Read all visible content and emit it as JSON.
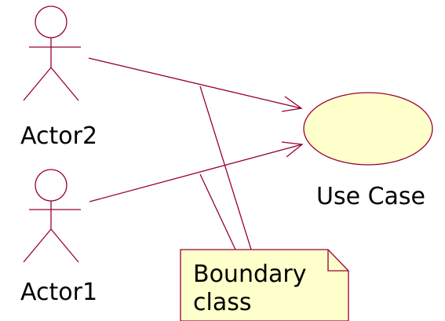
{
  "actors": [
    {
      "id": "actor2",
      "label": "Actor2"
    },
    {
      "id": "actor1",
      "label": "Actor1"
    }
  ],
  "use_case": {
    "label": "Use Case"
  },
  "note": {
    "lines": [
      "Boundary",
      "class"
    ]
  },
  "colors": {
    "line": "#990033",
    "use_case_fill": "#ffffcc",
    "note_fill": "#ffffcc",
    "text": "#000000"
  }
}
